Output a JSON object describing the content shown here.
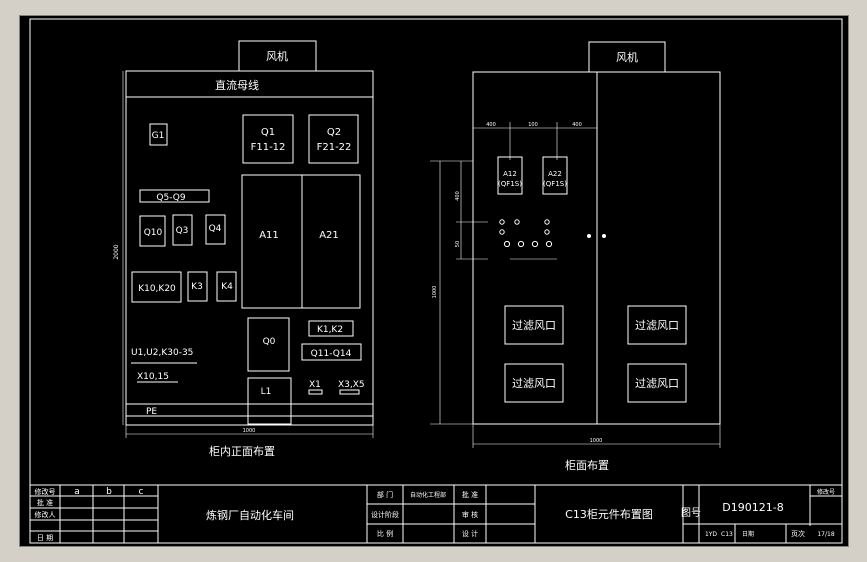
{
  "front": {
    "fan": "风机",
    "busbar": "直流母线",
    "g1": "G1",
    "q1_line1": "Q1",
    "q1_line2": "F11-12",
    "q2_line1": "Q2",
    "q2_line2": "F21-22",
    "q5q9": "Q5-Q9",
    "q10": "Q10",
    "q3": "Q3",
    "q4": "Q4",
    "a11": "A11",
    "a21": "A21",
    "k10k20": "K10,K20",
    "k3": "K3",
    "k4": "K4",
    "q0": "Q0",
    "k1k2": "K1,K2",
    "q11q14": "Q11-Q14",
    "u1": "U1,U2,K30-35",
    "x10": "X10,15",
    "l1": "L1",
    "x1": "X1",
    "x3x5": "X3,X5",
    "pe": "PE",
    "dim_height": "2000",
    "dim_width": "1000",
    "caption": "柜内正面布置"
  },
  "side": {
    "fan": "风机",
    "a12_line1": "A12",
    "a12_line2": "(QF1S)",
    "a22_line1": "A22",
    "a22_line2": "(QF1S)",
    "dim_top_1": "400",
    "dim_top_2": "100",
    "dim_top_3": "400",
    "dim_v_1": "400",
    "dim_v_2": "50",
    "dim_v_total": "1000",
    "dim_width": "1000",
    "vent_1": "过滤风口",
    "vent_2": "过滤风口",
    "vent_3": "过滤风口",
    "vent_4": "过滤风口",
    "caption": "柜面布置"
  },
  "title_block": {
    "rev_headers": [
      "修改号",
      "a",
      "b",
      "c"
    ],
    "rev_rows": [
      "批 准",
      "修改人",
      "日 期"
    ],
    "org": "炼钢厂自动化车间",
    "dept_label": "部 门",
    "dept_value": "自动化工程部",
    "design_label": "设计阶段",
    "scale_label": "比 例",
    "approve_label": "批 准",
    "review_label": "审 核",
    "designer_label": "设 计",
    "drawing_title": "C13柜元件布置图",
    "drawing_no_label": "图号",
    "drawing_no": "D190121-8",
    "change_label": "修改号",
    "bottom_1": "1YD",
    "bottom_2": "C13",
    "date_label": "日期",
    "page_label": "页次",
    "page_value": "17/18"
  }
}
